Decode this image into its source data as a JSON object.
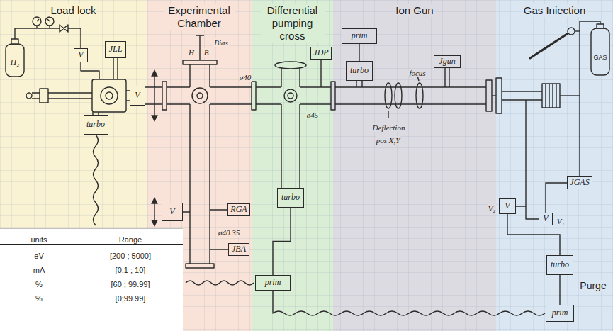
{
  "diagram": {
    "nodes": [
      {
        "text": [
          "Load lock"
        ]
      },
      {
        "text": [
          "Experimental Chamber"
        ]
      },
      {
        "text": [
          "Differential pumping cross"
        ]
      },
      {
        "text": [
          "Ion Gun"
        ]
      },
      {
        "text": [
          "Gas Iniection"
        ]
      },
      {
        "text": [
          "V"
        ],
        "in": 0
      },
      {
        "text": [
          "JLL"
        ],
        "in": 0
      },
      {
        "text": [
          "V"
        ],
        "in": 0
      },
      {
        "text": [
          "turbo"
        ],
        "in": 0
      },
      {
        "text": [
          "V"
        ],
        "in": 1
      },
      {
        "text": [
          "RGA"
        ],
        "in": 1
      },
      {
        "text": [
          "JBA"
        ],
        "in": 1
      },
      {
        "text": [
          "JDP"
        ],
        "in": 2
      },
      {
        "text": [
          "turbo"
        ],
        "in": 2
      },
      {
        "text": [
          "prim"
        ],
        "in": 2
      },
      {
        "text": [
          "prim"
        ],
        "in": 3
      },
      {
        "text": [
          "turbo"
        ],
        "in": 3
      },
      {
        "text": [
          "Jgun"
        ],
        "in": 3
      },
      {
        "text": [
          "V"
        ],
        "in": 4
      },
      {
        "text": [
          "JGAS"
        ],
        "in": 4
      },
      {
        "text": [
          "V"
        ],
        "in": 4
      },
      {
        "text": [
          "turbo"
        ],
        "in": 4
      },
      {
        "text": [
          "prim"
        ],
        "in": 4
      }
    ],
    "edges": [
      {
        "from": 15,
        "to": 16,
        "arrow": "none"
      },
      {
        "from": 13,
        "to": 14,
        "arrow": "none"
      },
      {
        "from": 21,
        "to": 22,
        "arrow": "none"
      },
      {
        "from": 18,
        "to": 21,
        "arrow": "none"
      },
      {
        "from": 20,
        "to": 19,
        "arrow": "none"
      }
    ],
    "labels": [
      "H₂",
      "H",
      "B",
      "Bias",
      "ø40",
      "ø45",
      "focus",
      "Deflection pos X,Y",
      "ø40.35",
      "V₂",
      "V₁",
      "GAS",
      "Purge",
      "units",
      "Range",
      "eV",
      "[200 ; 5000]",
      "mA",
      "[0.1 ; 10]",
      "%",
      "[60 ; 99.99]",
      "%",
      "[0;99.99]"
    ]
  }
}
